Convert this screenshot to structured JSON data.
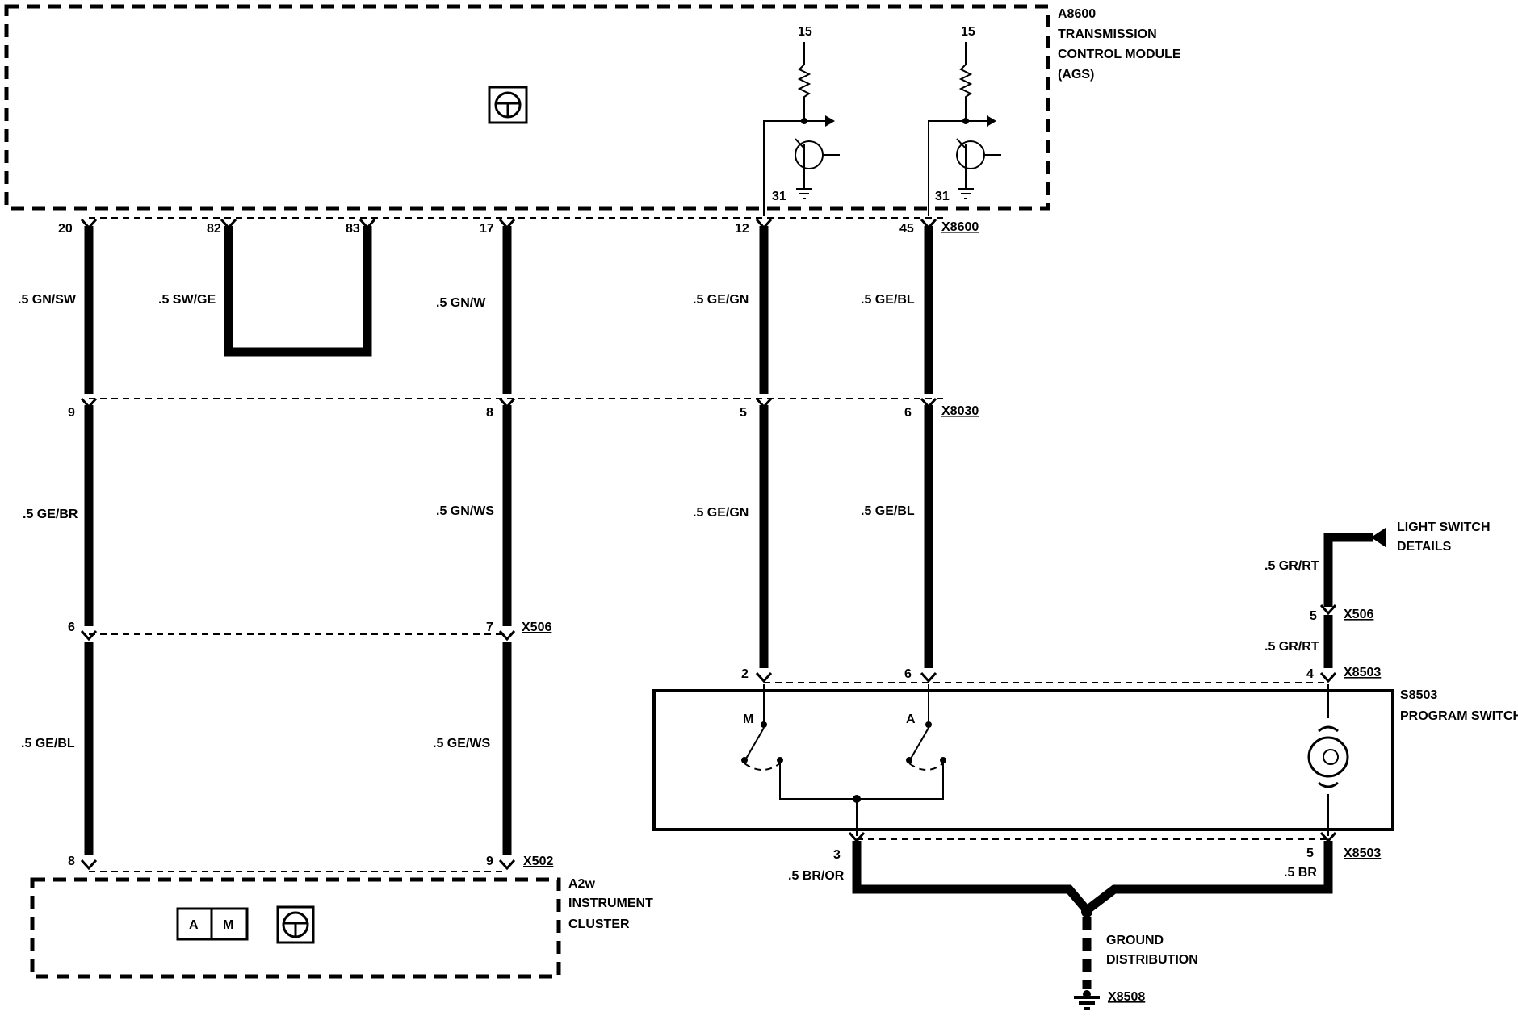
{
  "components": {
    "tcm": {
      "id": "A8600",
      "name_line1": "TRANSMISSION",
      "name_line2": "CONTROL MODULE",
      "name_line3": "(AGS)"
    },
    "cluster": {
      "id": "A2w",
      "name_line1": "INSTRUMENT",
      "name_line2": "CLUSTER"
    },
    "program_switch": {
      "id": "S8503",
      "name": "PROGRAM SWITCH",
      "label_m": "M",
      "label_a": "A"
    },
    "light_switch": {
      "line1": "LIGHT SWITCH",
      "line2": "DETAILS"
    },
    "ground": {
      "line1": "GROUND",
      "line2": "DISTRIBUTION",
      "connector": "X8508"
    },
    "cluster_buttons": {
      "a": "A",
      "m": "M"
    }
  },
  "connectors": {
    "x8600": "X8600",
    "x8030": "X8030",
    "x506_a": "X506",
    "x506_b": "X506",
    "x502": "X502",
    "x8503_top": "X8503",
    "x8503_bottom": "X8503"
  },
  "power_labels": {
    "left_15": "15",
    "right_15": "15",
    "left_31": "31",
    "right_31": "31"
  },
  "pins": {
    "tcm": [
      "20",
      "82",
      "83",
      "17",
      "12",
      "45"
    ],
    "x8030": [
      "9",
      "8",
      "5",
      "6"
    ],
    "x506": [
      "6",
      "7"
    ],
    "x502": [
      "8",
      "9"
    ],
    "x8503_top": [
      "2",
      "6",
      "4"
    ],
    "x506_right": "5",
    "x8503_bottom": [
      "3",
      "5"
    ]
  },
  "wires": {
    "upper": [
      ".5 GN/SW",
      ".5 SW/GE",
      ".5 GN/W",
      ".5 GE/GN",
      ".5 GE/BL"
    ],
    "middle": [
      ".5 GE/BR",
      ".5 GN/WS",
      ".5 GE/GN",
      ".5 GE/BL"
    ],
    "lower": [
      ".5 GE/BL",
      ".5 GE/WS"
    ],
    "light_top": ".5 GR/RT",
    "light_bottom": ".5 GR/RT",
    "ground_left": ".5 BR/OR",
    "ground_right": ".5 BR"
  }
}
